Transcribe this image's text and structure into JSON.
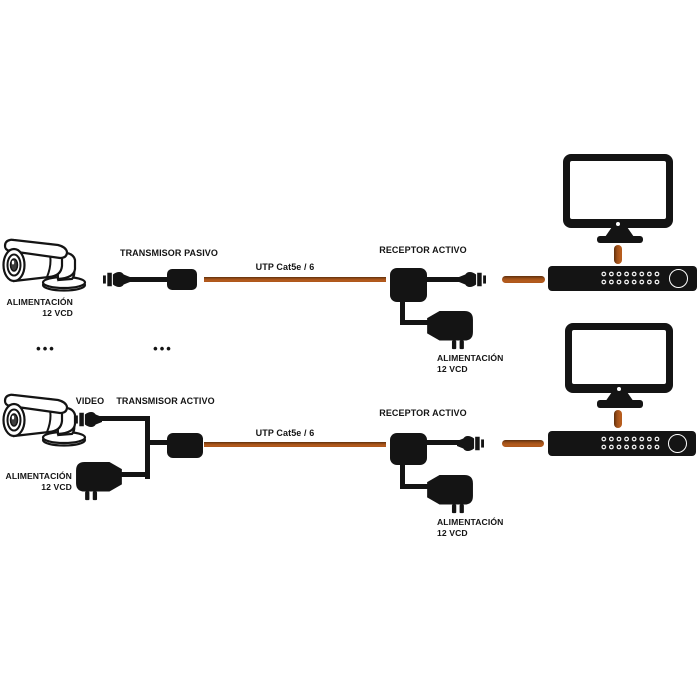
{
  "diagram": {
    "background": "#ffffff",
    "ink_color": "#141414",
    "cable_color": "#ad561c",
    "cable_color_dark": "#5f2f0c",
    "ellipsis": "•••",
    "rows": [
      {
        "camera_power": {
          "line1": "ALIMENTACIÓN",
          "line2": "12 VCD"
        },
        "transmitter_label": "TRANSMISOR PASIVO",
        "cable_label": "UTP Cat5e / 6",
        "receiver_label": "RECEPTOR ACTIVO",
        "receiver_power": {
          "line1": "ALIMENTACIÓN",
          "line2": "12 VCD"
        }
      },
      {
        "video_label": "VIDEO",
        "camera_power": {
          "line1": "ALIMENTACIÓN",
          "line2": "12 VCD"
        },
        "transmitter_label": "TRANSMISOR ACTIVO",
        "cable_label": "UTP Cat5e / 6",
        "receiver_label": "RECEPTOR ACTIVO",
        "receiver_power": {
          "line1": "ALIMENTACIÓN",
          "line2": "12 VCD"
        }
      }
    ],
    "icons": {
      "camera": "bullet-cctv-camera-icon",
      "bnc": "bnc-connector-icon",
      "transmitter": "video-balun-box-icon",
      "receiver": "video-balun-box-icon",
      "power_adapter": "power-adapter-icon",
      "monitor": "monitor-icon",
      "dvr": "dvr-recorder-icon"
    }
  }
}
